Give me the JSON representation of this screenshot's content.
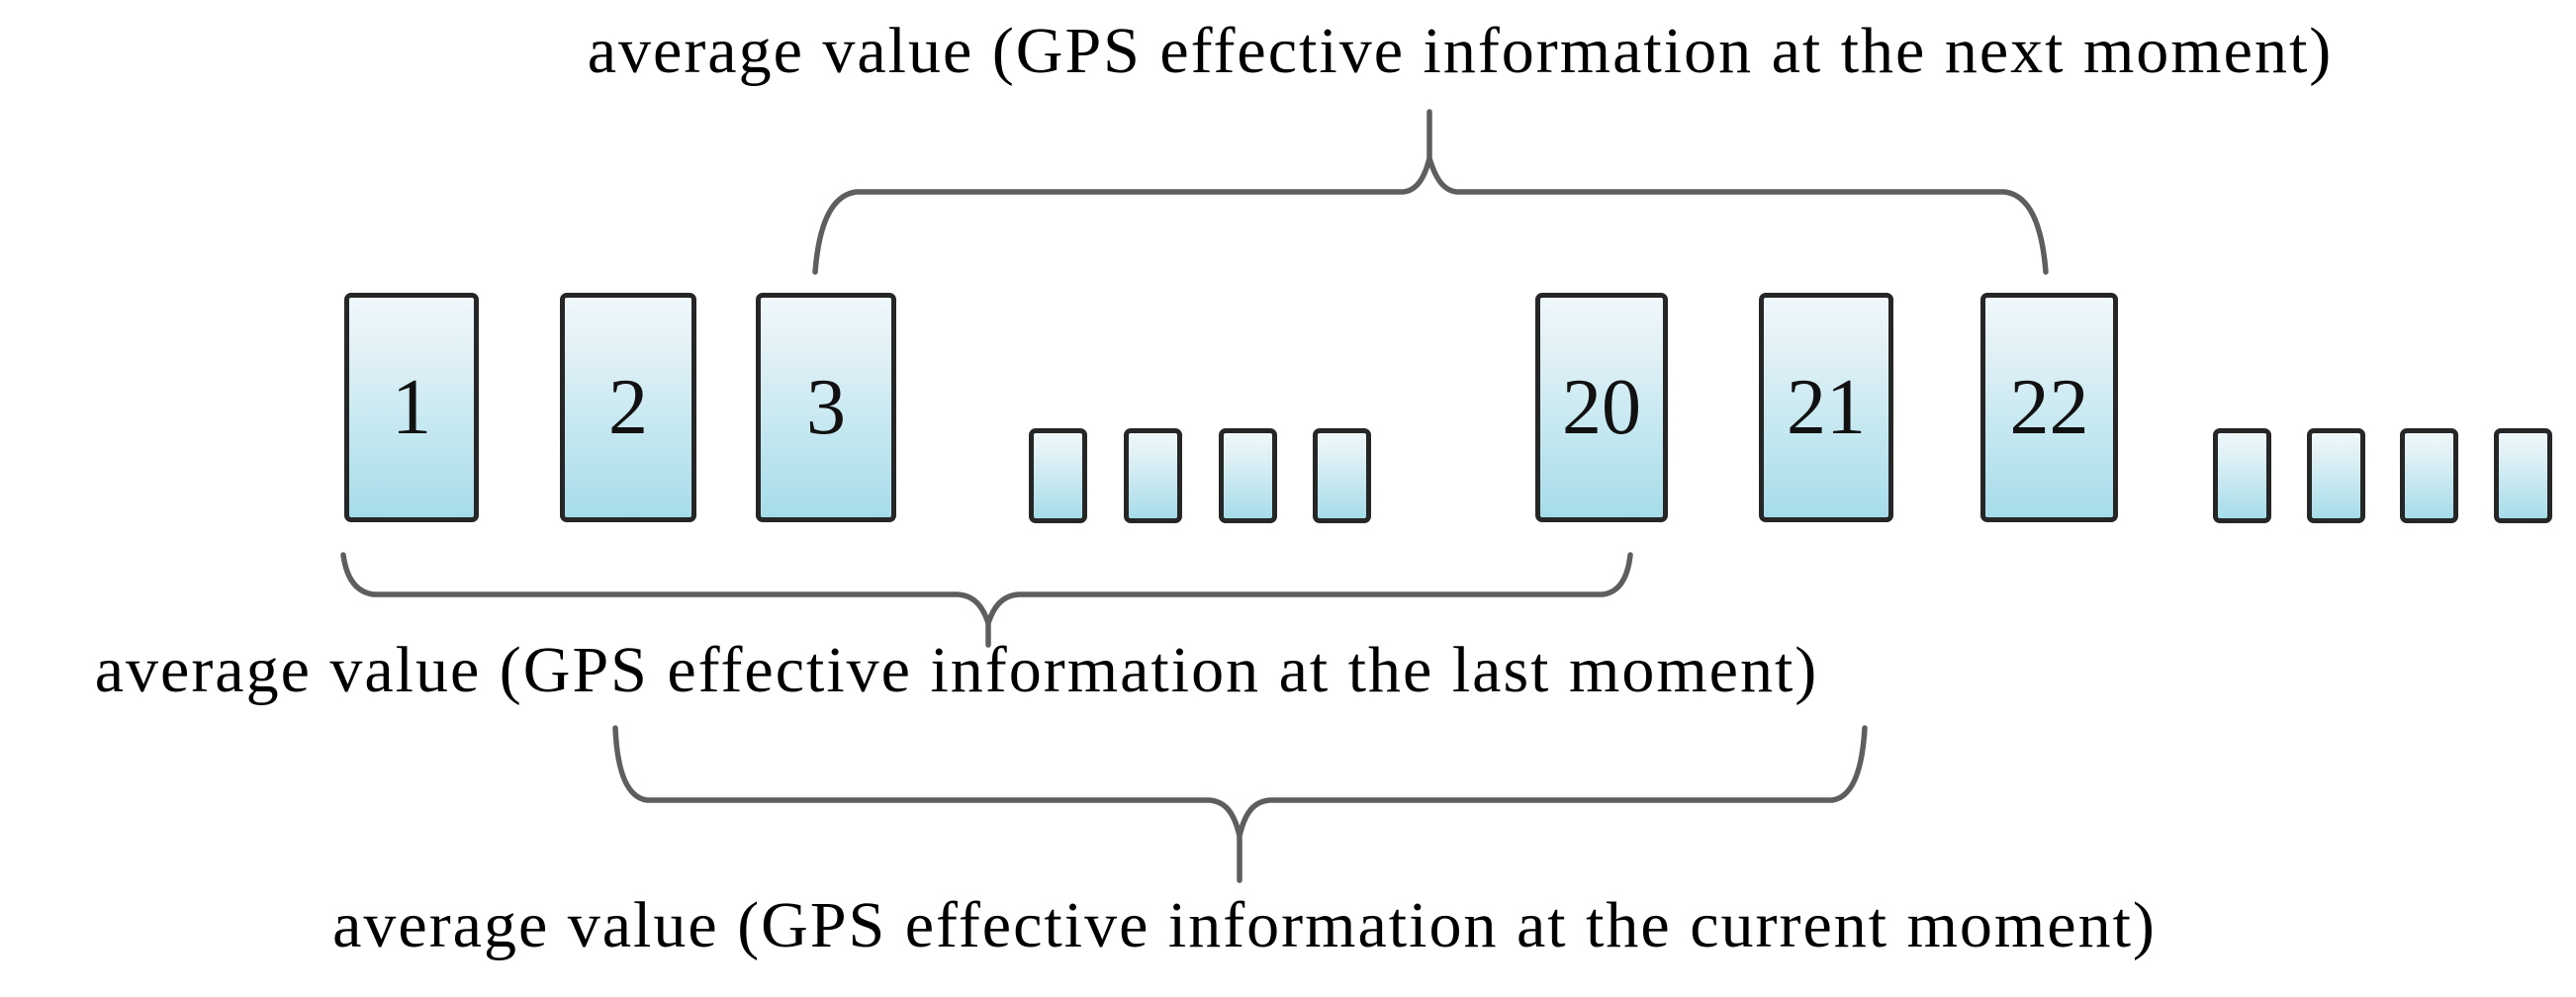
{
  "labels": {
    "next_moment": "average value (GPS effective information at the next moment)",
    "last_moment": "average value (GPS effective information at the last moment)",
    "current_moment": "average value (GPS effective information at the current moment)"
  },
  "boxes": {
    "numbered": [
      "1",
      "2",
      "3",
      "20",
      "21",
      "22"
    ],
    "unnumbered_boxes_per_gap": 4
  },
  "colors": {
    "background": "#ffffff",
    "box_border": "#262626",
    "box_fill_top": "#f0f8fb",
    "box_fill_bottom": "#a6dcea",
    "brace_stroke": "#5e5e5e",
    "label_text": "#000000"
  }
}
